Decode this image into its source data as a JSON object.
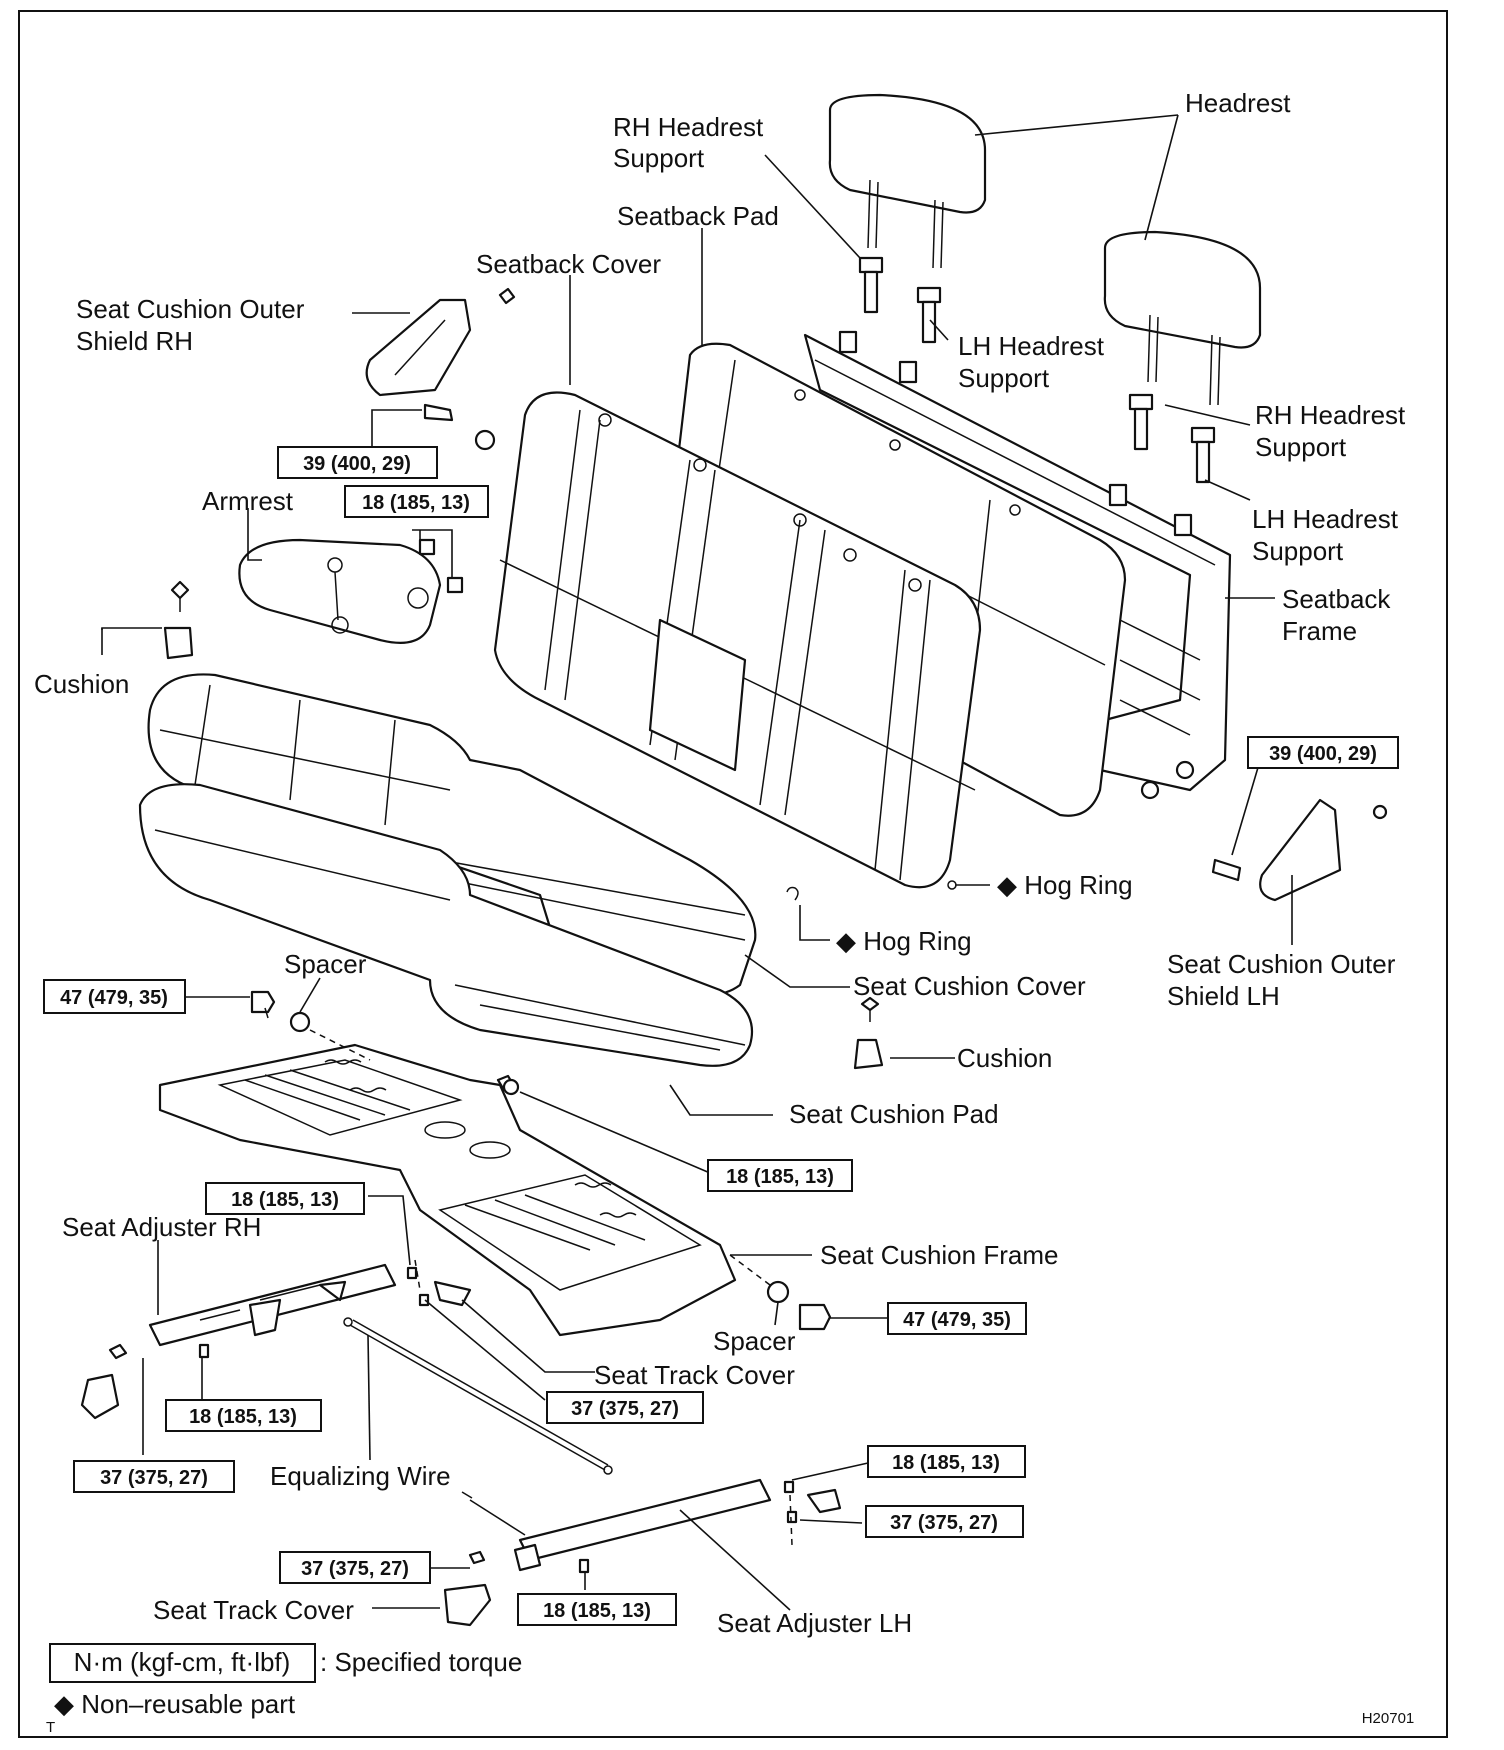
{
  "labels": {
    "headrest": "Headrest",
    "rh_headrest_support_top": "RH Headrest",
    "rh_headrest_support_top2": "Support",
    "seatback_pad": "Seatback Pad",
    "seatback_cover": "Seatback Cover",
    "seat_cushion_outer_shield_rh_1": "Seat Cushion Outer",
    "seat_cushion_outer_shield_rh_2": "Shield RH",
    "lh_headrest_support_mid_1": "LH Headrest",
    "lh_headrest_support_mid_2": "Support",
    "rh_headrest_support_right_1": "RH Headrest",
    "rh_headrest_support_right_2": "Support",
    "lh_headrest_support_right_1": "LH Headrest",
    "lh_headrest_support_right_2": "Support",
    "seatback_frame_1": "Seatback",
    "seatback_frame_2": "Frame",
    "armrest": "Armrest",
    "cushion_left": "Cushion",
    "hog_ring_1": "◆ Hog Ring",
    "hog_ring_2": "◆ Hog Ring",
    "seat_cushion_outer_shield_lh_1": "Seat Cushion Outer",
    "seat_cushion_outer_shield_lh_2": "Shield LH",
    "spacer_top": "Spacer",
    "seat_cushion_cover": "Seat Cushion Cover",
    "cushion_right": "Cushion",
    "seat_cushion_pad": "Seat Cushion Pad",
    "seat_adjuster_rh": "Seat Adjuster RH",
    "seat_cushion_frame": "Seat Cushion Frame",
    "spacer_bottom": "Spacer",
    "seat_track_cover_1": "Seat Track Cover",
    "equalizing_wire": "Equalizing Wire",
    "seat_track_cover_2": "Seat Track Cover",
    "seat_adjuster_lh": "Seat Adjuster LH"
  },
  "torques": {
    "t1": "39 (400, 29)",
    "t2": "18 (185, 13)",
    "t3": "39 (400, 29)",
    "t4": "47 (479, 35)",
    "t5": "18 (185, 13)",
    "t6": "18 (185, 13)",
    "t7": "47 (479, 35)",
    "t8": "18 (185, 13)",
    "t9": "37 (375, 27)",
    "t10": "37 (375, 27)",
    "t11": "18 (185, 13)",
    "t12": "37 (375, 27)",
    "t13": "37 (375, 27)",
    "t14": "18 (185, 13)"
  },
  "legend": {
    "unit_box": "N·m (kgf-cm, ft·lbf)",
    "unit_text": ": Specified torque",
    "nonreusable": "◆ Non–reusable part"
  },
  "figure_code": "H20701",
  "corner_mark": "T"
}
